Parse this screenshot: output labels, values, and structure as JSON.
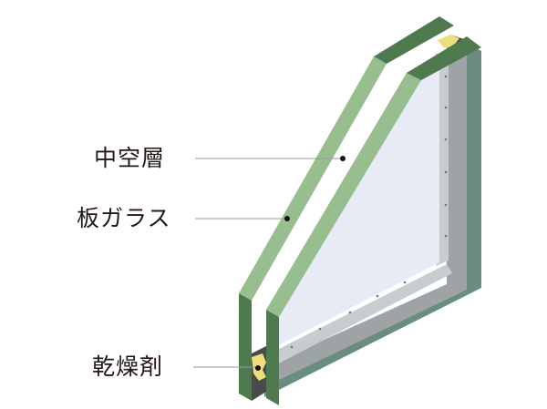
{
  "labels": [
    {
      "id": "hollow-layer",
      "text": "中空層"
    },
    {
      "id": "glass-pane",
      "text": "板ガラス"
    },
    {
      "id": "desiccant",
      "text": "乾燥剤"
    }
  ],
  "colors": {
    "glass_edge_light": "#98bd8f",
    "glass_edge_dark": "#4f7a50",
    "glass_face": "#e6ebf6",
    "frame_gray": "#9ea3a6",
    "frame_teal": "#6a8d80",
    "desiccant": "#ece07c",
    "sealant": "#4a4a4a",
    "leader_line": "#9a9a9a",
    "label_text": "#231815"
  }
}
